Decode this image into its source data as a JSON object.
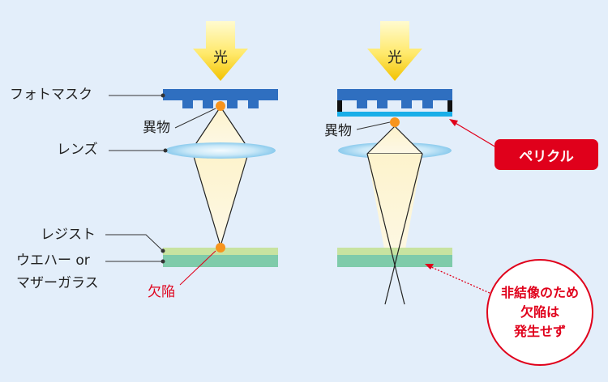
{
  "labels": {
    "light": "光",
    "photomask": "フォトマスク",
    "foreign_particle": "異物",
    "lens": "レンズ",
    "resist": "レジスト",
    "wafer_line1": "ウエハー or",
    "wafer_line2": "マザーガラス",
    "defect": "欠陥",
    "pellicle": "ペリクル",
    "note_line1": "非結像のため",
    "note_line2": "欠陥は",
    "note_line3": "発生せず"
  },
  "colors": {
    "background": "#e3eefa",
    "arrow_light": "#fff4a8",
    "arrow_dark": "#f2c200",
    "mask": "#2f6fc0",
    "pellicle": "#19aee8",
    "particle": "#f7941d",
    "lens": "#a8d7f2",
    "beam": "#fdf6d6",
    "resist": "#c8e3a0",
    "wafer": "#7fcbaa",
    "accent_red": "#e0001b"
  }
}
